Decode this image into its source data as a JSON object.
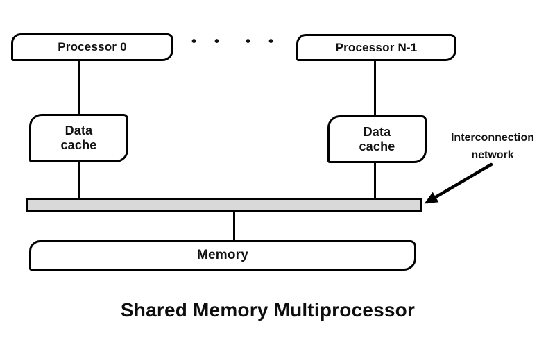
{
  "diagram": {
    "title": "Shared Memory Multiprocessor",
    "nodes": {
      "processor0": {
        "label": "Processor 0"
      },
      "processorN": {
        "label": "Processor N-1"
      },
      "cacheLeft": {
        "label": "Data\ncache"
      },
      "cacheRight": {
        "label": "Data\ncache"
      },
      "memory": {
        "label": "Memory"
      },
      "interconnect": {
        "label": "Interconnection\nnetwork"
      }
    },
    "dots": [
      "•",
      "•",
      "•",
      "•"
    ],
    "colors": {
      "bus_fill": "#d9d9d9",
      "stroke": "#000000",
      "background": "#ffffff"
    }
  }
}
